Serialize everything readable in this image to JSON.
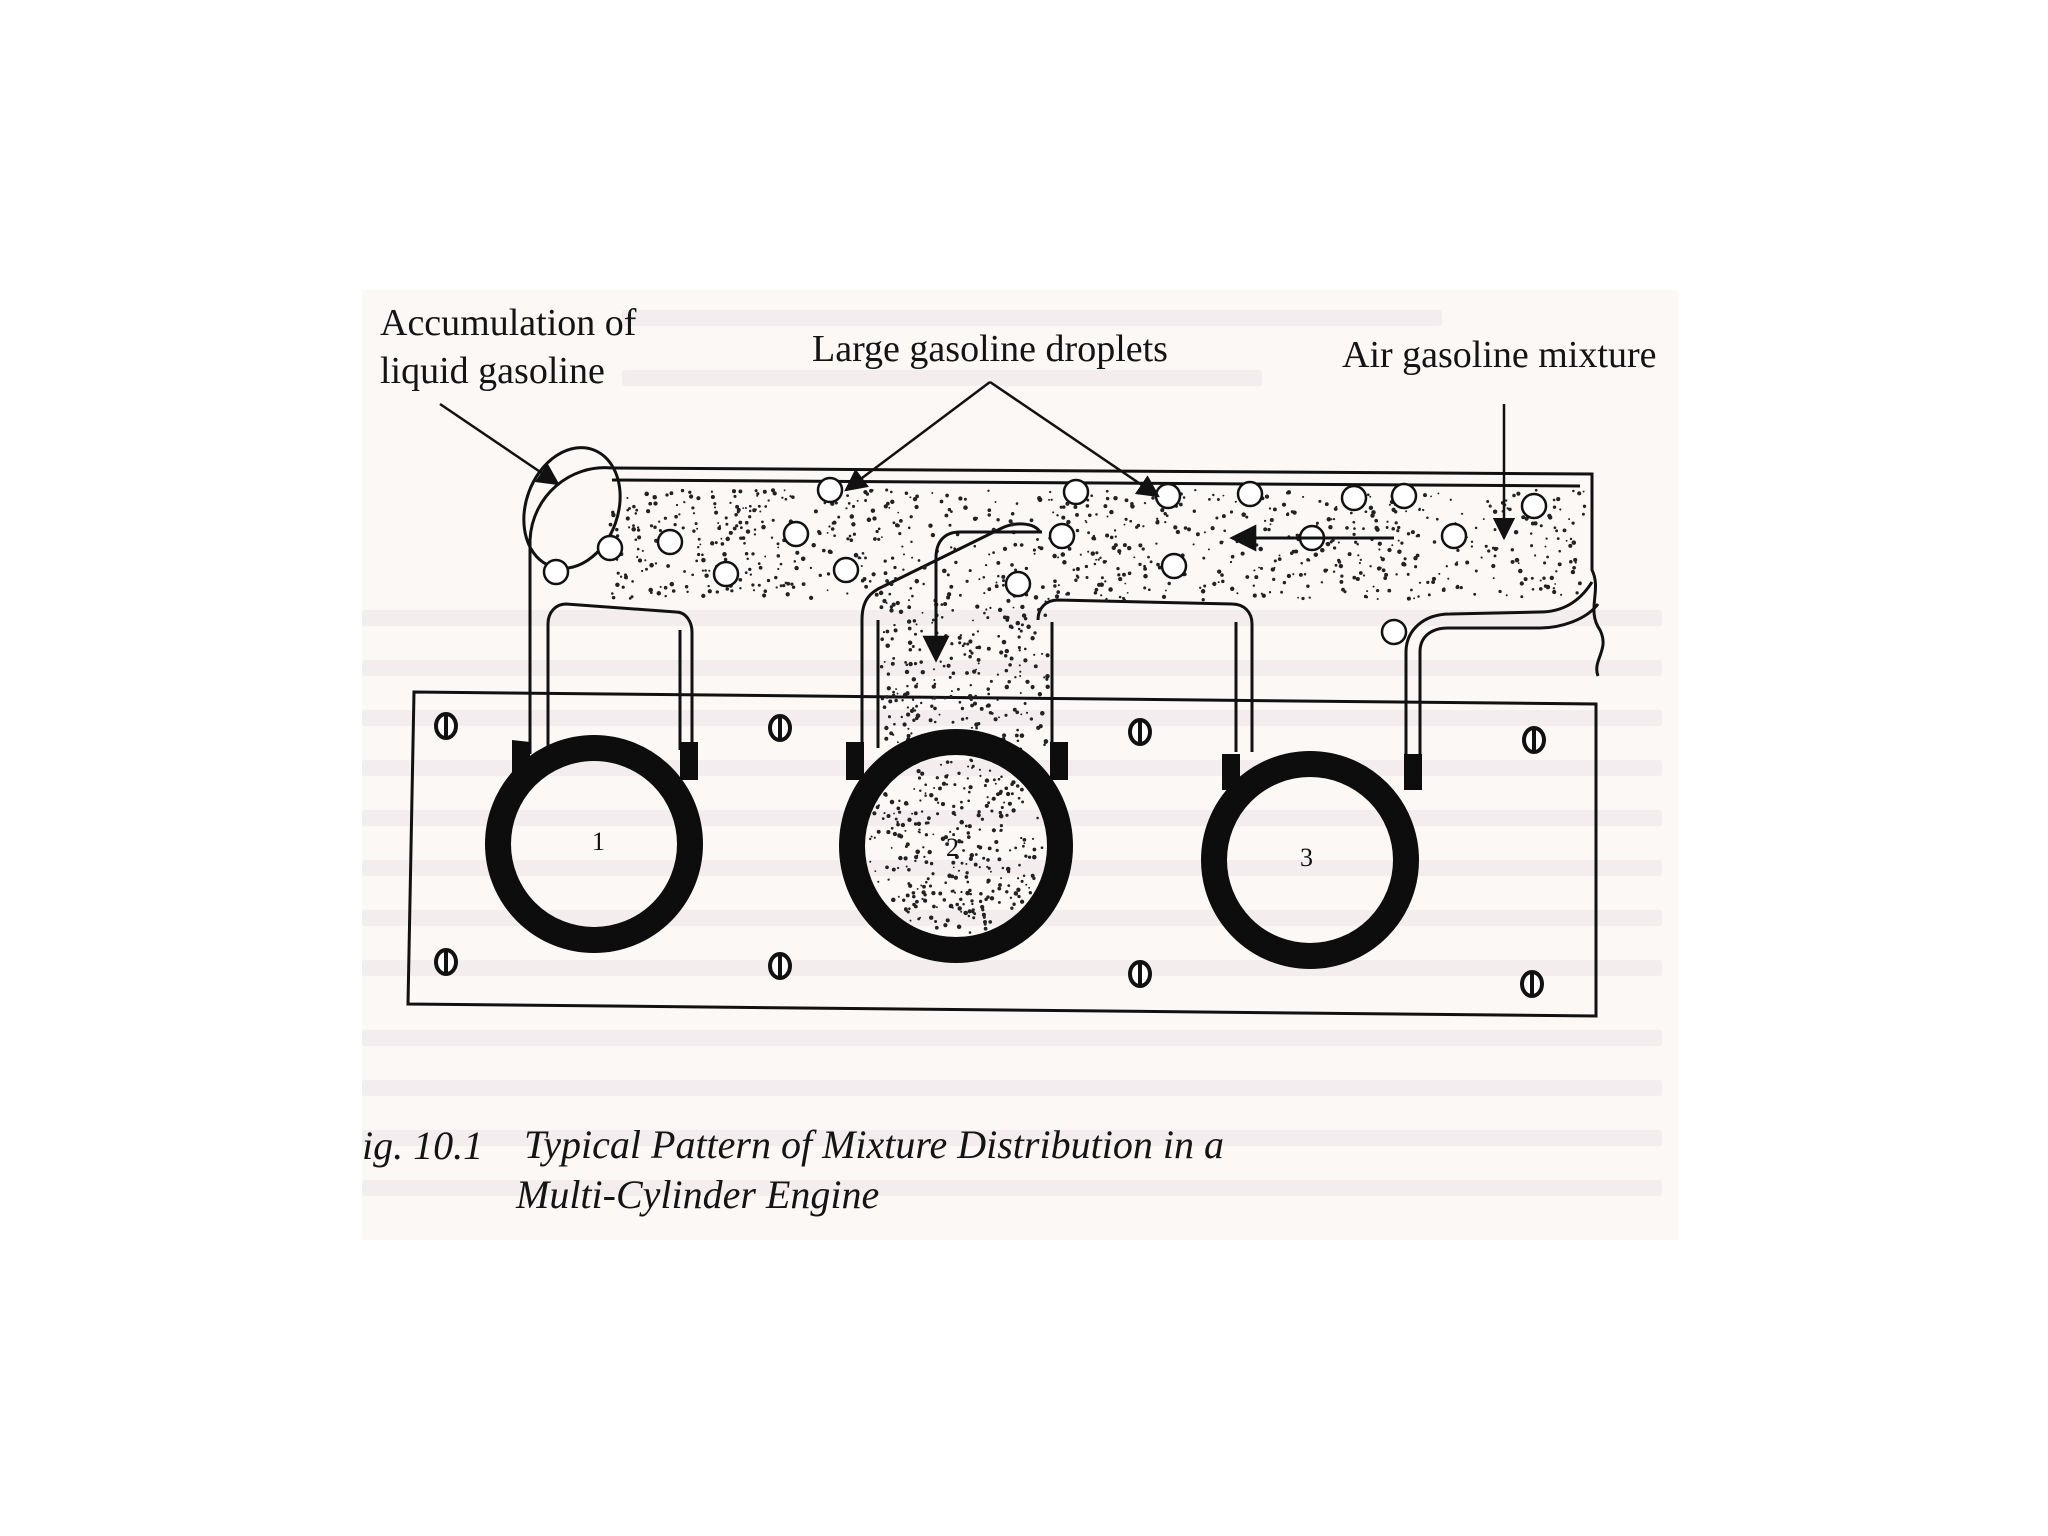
{
  "labels": {
    "accumulation_line1": "Accumulation of",
    "accumulation_line2": "liquid gasoline",
    "droplets": "Large gasoline droplets",
    "mixture": "Air gasoline mixture"
  },
  "cylinders": [
    "1",
    "2",
    "3"
  ],
  "caption": {
    "number": "ig. 10.1",
    "line1": "Typical Pattern of Mixture Distribution in a",
    "line2": "Multi-Cylinder Engine"
  }
}
